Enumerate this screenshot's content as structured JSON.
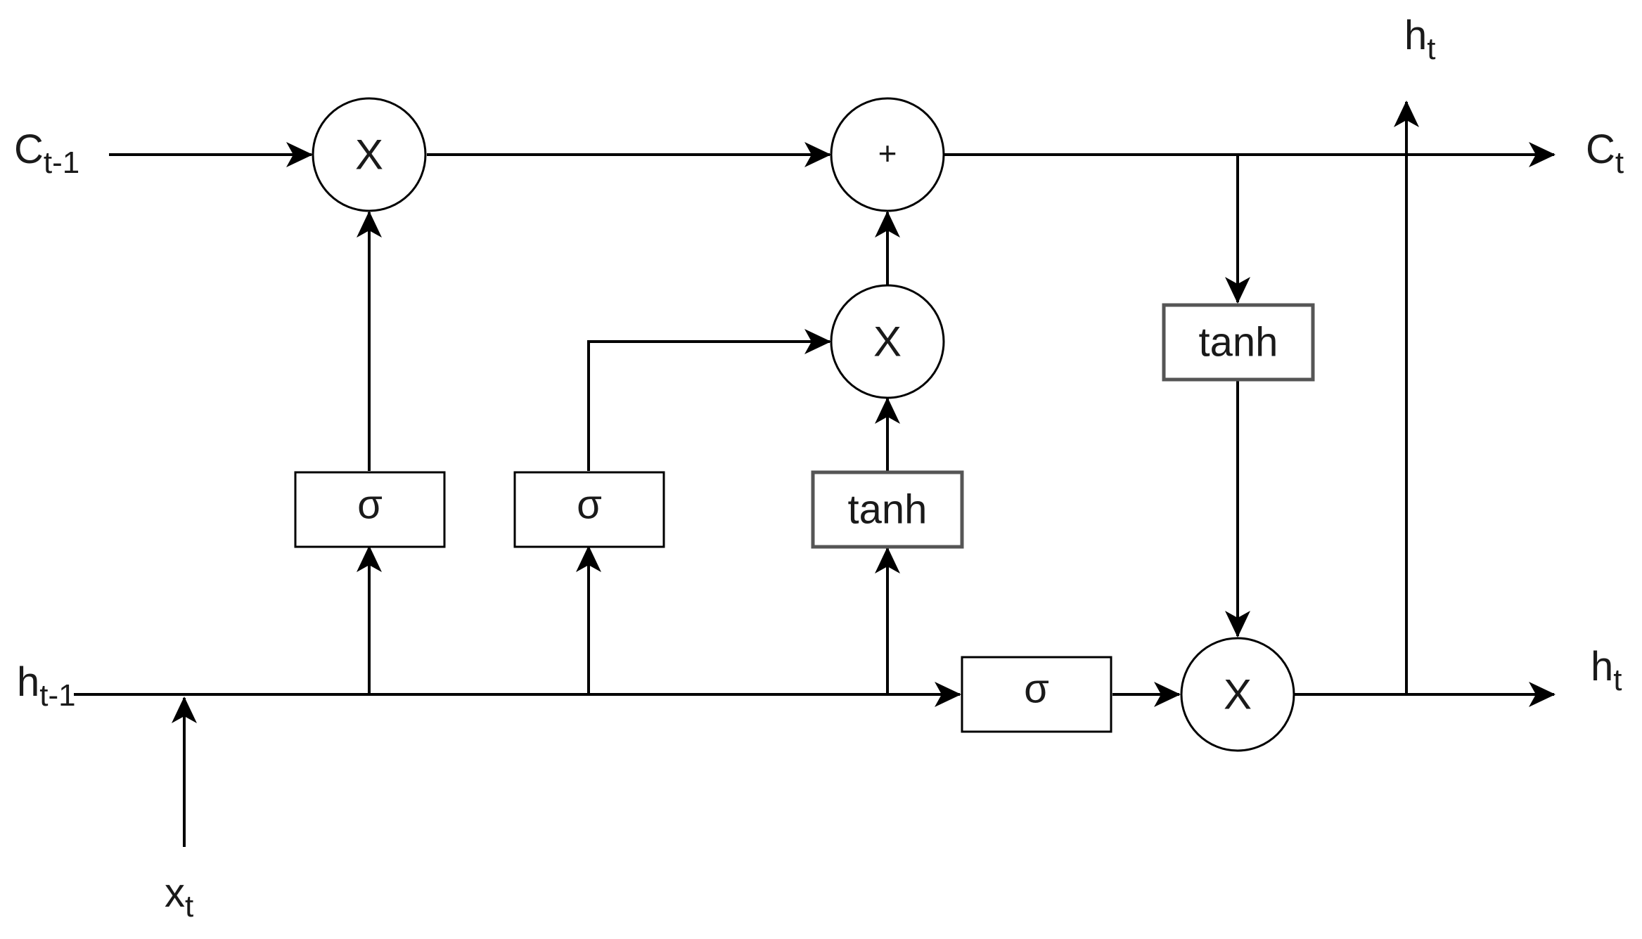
{
  "inputs": {
    "cell_prev": {
      "base": "C",
      "sub": "t-1"
    },
    "hidden_prev": {
      "base": "h",
      "sub": "t-1"
    },
    "input": {
      "base": "x",
      "sub": "t"
    }
  },
  "outputs": {
    "cell": {
      "base": "C",
      "sub": "t"
    },
    "hidden_right": {
      "base": "h",
      "sub": "t"
    },
    "hidden_top": {
      "base": "h",
      "sub": "t"
    }
  },
  "operators": {
    "forget_multiply": "X",
    "cell_add": "+",
    "input_multiply": "X",
    "output_multiply": "X"
  },
  "activations": {
    "forget_gate": "σ",
    "input_gate": "σ",
    "candidate": "tanh",
    "output_gate": "σ",
    "cell_tanh": "tanh"
  }
}
